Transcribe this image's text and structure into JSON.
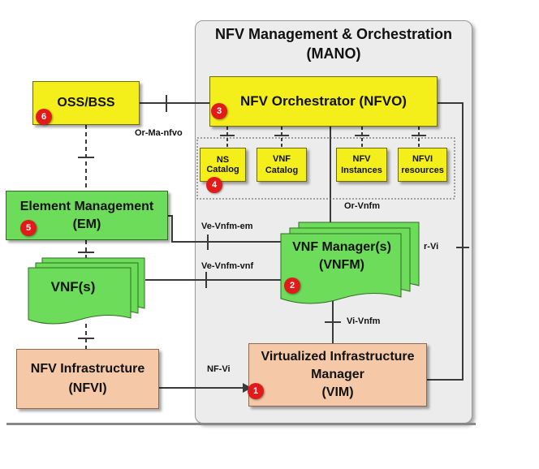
{
  "mano": {
    "title_line1": "NFV Management & Orchestration",
    "title_line2": "(MANO)"
  },
  "blocks": {
    "nfvo": "NFV Orchestrator (NFVO)",
    "oss": "OSS/BSS",
    "ns_catalog": "NS Catalog",
    "vnf_catalog": "VNF Catalog",
    "nfv_instances": "NFV Instances",
    "nfvi_resources": "NFVI resources",
    "em_line1": "Element Management",
    "em_line2": "(EM)",
    "vnfm_line1": "VNF Manager(s)",
    "vnfm_line2": "(VNFM)",
    "vnf": "VNF(s)",
    "nfvi_line1": "NFV Infrastructure",
    "nfvi_line2": "(NFVI)",
    "vim_line1": "Virtualized Infrastructure",
    "vim_line2": "Manager",
    "vim_line3": "(VIM)"
  },
  "links": {
    "or_ma_nfvo": "Or-Ma-nfvo",
    "or_vnfm": "Or-Vnfm",
    "ve_vnfm_em": "Ve-Vnfm-em",
    "ve_vnfm_vnf": "Ve-Vnfm-vnf",
    "or_vi": "r-Vi",
    "vi_vnfm": "Vi-Vnfm",
    "nf_vi": "NF-Vi"
  },
  "badges": {
    "vim": "1",
    "vnfm": "2",
    "nfvo": "3",
    "catalog": "4",
    "em": "5",
    "oss": "6"
  },
  "colors": {
    "yellow": "#f4ee1a",
    "green": "#6ddc5a",
    "peach": "#f5c9a8",
    "badge": "#e11a1a"
  }
}
